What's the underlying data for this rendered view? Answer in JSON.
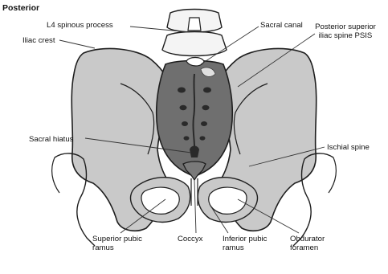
{
  "diagram": {
    "title": "Posterior",
    "labels": {
      "l4_spinous_process": "L4 spinous process",
      "sacral_canal": "Sacral canal",
      "iliac_crest": "Iliac crest",
      "psis_line1": "Posterior superior",
      "psis_line2": "iliac spine PSIS",
      "sacral_hiatus": "Sacral hiatus",
      "ischial_spine": "Ischial spine",
      "superior_pubic_line1": "Superior pubic",
      "superior_pubic_line2": "ramus",
      "coccyx": "Coccyx",
      "inferior_pubic_line1": "Inferior pubic",
      "inferior_pubic_line2": "ramus",
      "obdurator_line1": "Obdurator",
      "obdurator_line2": "foramen"
    }
  },
  "colors": {
    "bone": "#c9c9c9",
    "sacrum": "#6f6f6f",
    "outline": "#1e1e1e",
    "leader": "#333333",
    "vertebra": "#f4f4f4"
  }
}
